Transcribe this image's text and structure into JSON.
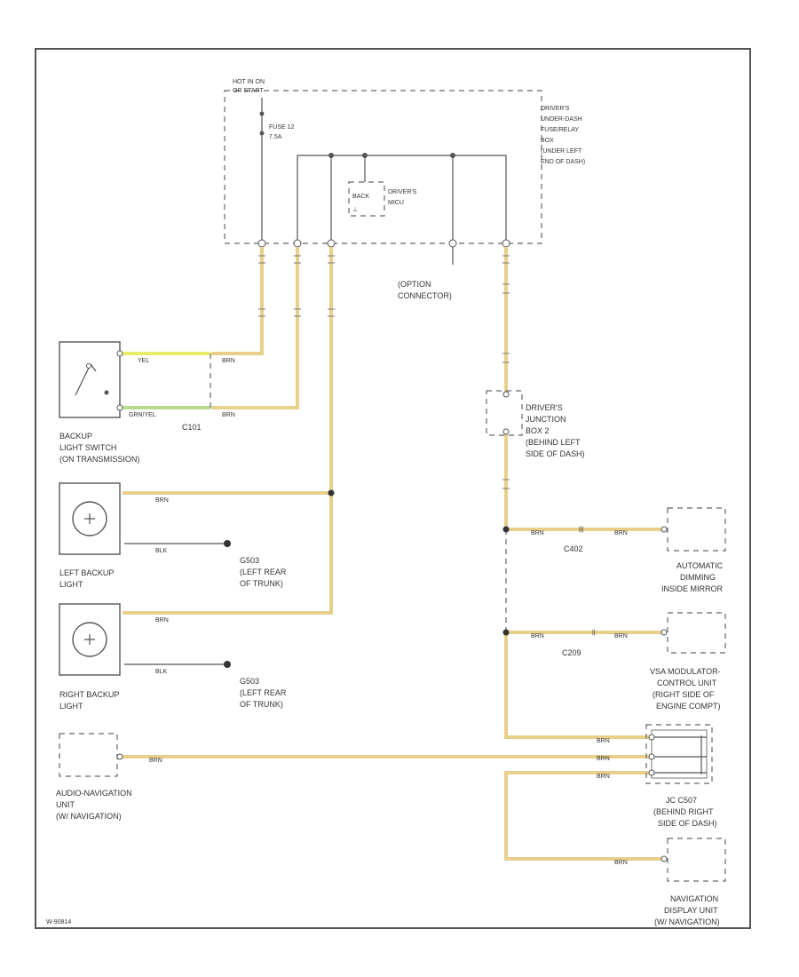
{
  "colors": {
    "wire_main": "#e8d08a",
    "wire_yel": "#e6ee6a",
    "wire_grnyel": "#b8d98e",
    "line": "#555555"
  },
  "fuse_box": {
    "hot_label": "HOT IN ON",
    "hot_label_2": "OR START",
    "fuse_name": "FUSE 12",
    "fuse_rating": "7.5A",
    "box_label": [
      "DRIVER'S",
      "UNDER-DASH",
      "FUSE/RELAY",
      "BOX",
      "(UNDER LEFT",
      "END OF DASH)"
    ],
    "relay_label": "BACK",
    "mcu_label": [
      "DRIVER'S",
      "MICU"
    ],
    "option_connector": [
      "(OPTION",
      "CONNECTOR)"
    ]
  },
  "backup_switch": {
    "label": [
      "BACKUP",
      "LIGHT SWITCH",
      "(ON TRANSMISSION)"
    ],
    "wire1": "YEL",
    "wire2": "GRN/YEL",
    "wire3": "BRN",
    "wire4": "BRN",
    "connector": "C101"
  },
  "left_light": {
    "label": [
      "LEFT BACKUP",
      "LIGHT"
    ],
    "wire_in": "BRN",
    "wire_gnd": "BLK",
    "ground": [
      "G503",
      "(LEFT REAR",
      "OF TRUNK)"
    ]
  },
  "right_light": {
    "label": [
      "RIGHT BACKUP",
      "LIGHT"
    ],
    "wire_in": "BRN",
    "wire_gnd": "BLK",
    "ground": [
      "G503",
      "(LEFT REAR",
      "OF TRUNK)"
    ]
  },
  "junction_box": {
    "label": [
      "DRIVER'S",
      "JUNCTION",
      "BOX 2",
      "(BEHIND LEFT",
      "SIDE OF DASH)"
    ]
  },
  "mirror": {
    "label": [
      "AUTOMATIC",
      "DIMMING",
      "INSIDE MIRROR"
    ],
    "connector": "C402",
    "wire1": "BRN",
    "wire2": "BRN"
  },
  "vsa": {
    "label": [
      "VSA MODULATOR-",
      "CONTROL UNIT",
      "(RIGHT SIDE OF",
      "ENGINE COMPT)"
    ],
    "connector": "C209",
    "wire1": "BRN",
    "wire2": "BRN"
  },
  "audio_nav": {
    "label": [
      "AUDIO-NAVIGATION",
      "UNIT",
      "(W/ NAVIGATION)"
    ],
    "wire": "BRN"
  },
  "jc": {
    "label": [
      "JC C507",
      "(BEHIND RIGHT",
      "SIDE OF DASH)"
    ],
    "wire_a": "BRN",
    "wire_b": "BRN",
    "wire_c": "BRN"
  },
  "nav_display": {
    "label": [
      "NAVIGATION",
      "DISPLAY UNIT",
      "(W/ NAVIGATION)"
    ],
    "wire": "BRN"
  },
  "footer_code": "W-90814"
}
